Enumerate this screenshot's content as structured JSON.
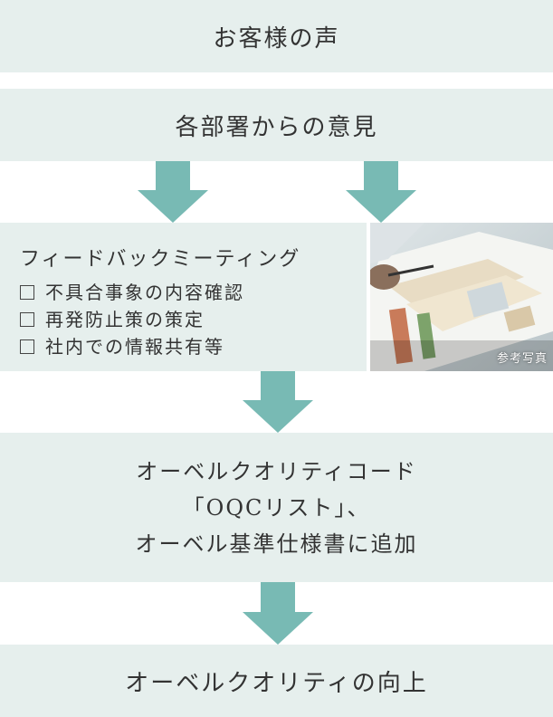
{
  "steps": {
    "customer_voice": "お客様の声",
    "department_opinions": "各部署からの意見",
    "feedback_meeting": {
      "title": "フィードバックミーティング",
      "items": [
        "不具合事象の内容確認",
        "再発防止策の策定",
        "社内での情報共有等"
      ]
    },
    "oqc": {
      "line1": "オーベルクオリティコード",
      "line2": "「OQCリスト」、",
      "line3": "オーベル基準仕様書に追加"
    },
    "improvement": "オーベルクオリティの向上"
  },
  "photo": {
    "caption": "参考写真"
  },
  "colors": {
    "box_bg": "#e6efed",
    "arrow": "#78bab4",
    "text": "#333333"
  }
}
